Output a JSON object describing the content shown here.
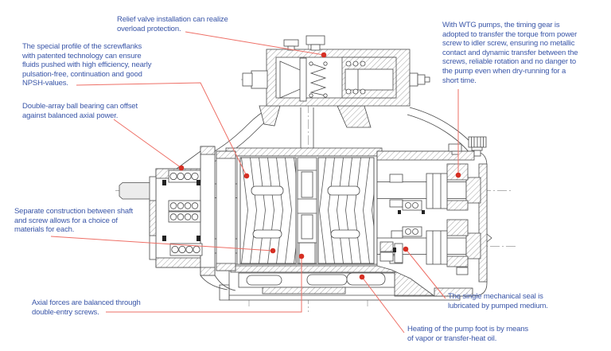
{
  "colors": {
    "background": "#ffffff",
    "annotation_text": "#3a56a8",
    "leader_line": "#ee6f66",
    "leader_dot": "#d62f23",
    "drawing_line": "#4a4a4a"
  },
  "annotations": [
    {
      "id": "relief-valve",
      "lines": [
        "Relief valve installation can realize",
        "overload protection."
      ]
    },
    {
      "id": "screwflank-profile",
      "lines": [
        "The special profile of the screwflanks",
        "with patented technology can ensure",
        "fluids pushed with high efficiency, nearly",
        "pulsation-free, continuation and good",
        "NPSH-values."
      ]
    },
    {
      "id": "ball-bearing",
      "lines": [
        "Double-array ball bearing can offset",
        "against balanced axial power."
      ]
    },
    {
      "id": "shaft-screw-separation",
      "lines": [
        "Separate construction between shaft",
        "and screw allows for a choice of",
        "materials for each."
      ]
    },
    {
      "id": "axial-forces",
      "lines": [
        "Axial forces are balanced through",
        "double-entry screws."
      ]
    },
    {
      "id": "timing-gear",
      "lines": [
        "With WTG pumps, the timing gear is",
        "adopted to transfer the torque from power",
        "screw to idler screw, ensuring no metallic",
        "contact and dynamic transfer between the",
        "screws, reliable rotation and no danger to",
        "the pump even when dry-running for a",
        "short time."
      ]
    },
    {
      "id": "mechanical-seal",
      "lines": [
        "The single mechanical seal is",
        "lubricated by pumped medium."
      ]
    },
    {
      "id": "pump-foot-heating",
      "lines": [
        "Heating of the pump foot is by means",
        "of vapor or transfer-heat oil."
      ]
    }
  ]
}
